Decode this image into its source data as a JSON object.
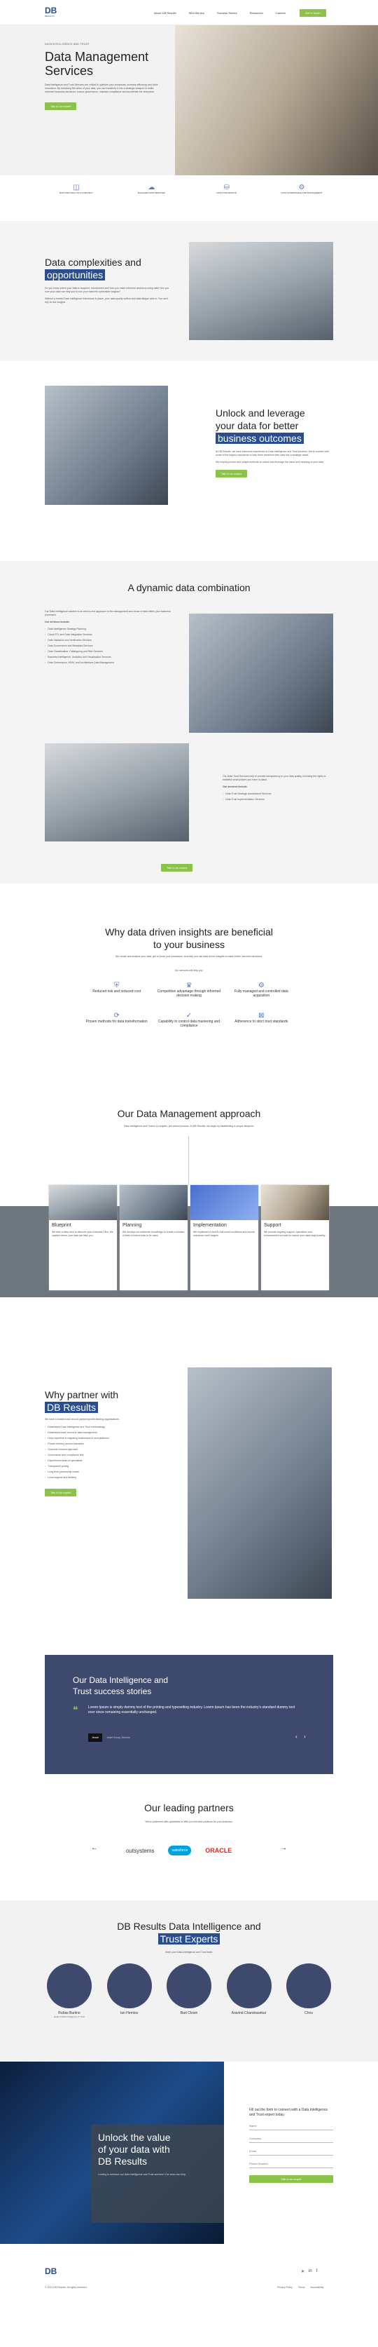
{
  "nav": {
    "logo": "DB",
    "logo_sub": "RESULTS",
    "items": [
      "About DB Results",
      "Who We Are",
      "Success Stories",
      "Resources",
      "Careers"
    ],
    "cta": "Get in touch"
  },
  "hero": {
    "eyebrow": "DATA INTELLIGENCE AND TRUST",
    "title": "Data Management Services",
    "text": "Data Intelligence and Trust Services are critical to optimize your processes, increase efficiency and drive innovation. By unlocking the value of your data, you can transform it into a strategic weapon to make informed business decisions, ensure governance, maintain compliance and accelerate the enterprise.",
    "button": "Talk to an expert"
  },
  "features": [
    "DATA AND ANALYTICS STRATEGY",
    "MANAGED DATA SERVICES",
    "DATA INTEGRATION",
    "DATA GOVERNANCE AND MANAGEMENT"
  ],
  "complexities": {
    "title1": "Data complexities and",
    "title2": "opportunities",
    "p1": "Do you know where your data is acquired, transformed and how you make informed decisions using data? Are you sure your data can help you to turn your data into actionable insights?",
    "p2": "Without a trusted Data Intelligence framework in place, your data quality suffers and data fatigue sets in. You can't rely on the insights."
  },
  "unlock": {
    "title1": "Unlock and leverage",
    "title2": "your data for better",
    "title3": "business outcomes",
    "p1": "At DB Results, we have extensive experience in Data Intelligence and Trust services. We've worked with some of the largest companies to help them transform their data into a strategic asset.",
    "p2": "We employ proven and unique methods to unlock and leverage the value and meaning of your data.",
    "button": "Talk to an expert"
  },
  "combination": {
    "title": "A dynamic data combination",
    "p1": "Our Data Intelligence solution is an end-to-end approach to the management and reuse of data within your business processes.",
    "list_title": "Our services include:",
    "items": [
      "Data Intelligence Strategy Planning",
      "Cloud ETL and Data Integration Services",
      "Data Validation and Verification Services",
      "Data Governance and Metadata Services",
      "Data Classification, Cataloguing and Risk Services",
      "Business Intelligence, Analytics and Visualisation Services",
      "Data Governance, MDM, and Architecture Data Management"
    ],
    "p2": "Our Data Trust Services help to provide transparency in your data quality, including the rights to establish what policies you have in place.",
    "list2_title": "Our services include:",
    "items2": [
      "Data Trust Strategic Assessment Services",
      "Data Trust Implementation Services"
    ],
    "button": "Talk to an expert"
  },
  "why": {
    "title1": "Why data driven insights are beneficial",
    "title2": "to your business",
    "p1": "We create and analyse your data, get to know your processes, and help you use data-driven insights to make better informed decisions.",
    "sub": "Our services will help you:",
    "benefits": [
      "Reduced risk and reduced cost",
      "Competitive advantage through informed decision making",
      "Fully managed and controlled data acquisition",
      "Proven methods for data transformation",
      "Capability to control data mastering and compliance",
      "Adherence to strict trust standards"
    ]
  },
  "approach": {
    "title": "Our Data Management approach",
    "p1": "Data Intelligence and Trust is a complex, yet critical process. At DB Results, we begin by establishing a unique blueprint.",
    "steps": [
      {
        "name": "Blueprint",
        "text": "We take a deep dive to discover your business DNA. We capture where your data can take you."
      },
      {
        "name": "Planning",
        "text": "We develop our extensive knowledge to create a solution of best-of-breed tools to be used."
      },
      {
        "name": "Implementation",
        "text": "We implement to test in real world conditions and ensure outcomes meet targets."
      },
      {
        "name": "Support",
        "text": "We provide ongoing support, operations and enhancement services to ensure your data stays healthy."
      }
    ]
  },
  "partner": {
    "title1": "Why partner with",
    "title2": "DB Results",
    "p1": "We have a trusted track record partnering with leading organisations.",
    "items": [
      "Established Data Intelligence and Trust methodology",
      "Established track record in data management",
      "Deep expertise in migrating businesses to new platforms",
      "Proven delivery across industries",
      "Outcome focused approach",
      "Governance and compliance first",
      "Experienced team of specialists",
      "Transparent pricing",
      "Long term partnership model",
      "Local support and delivery"
    ],
    "button": "Talk to an expert"
  },
  "stories": {
    "title1": "Our Data Intelligence and",
    "title2": "Trust success stories",
    "quote": "Lorem Ipsum is simply dummy text of the printing and typesetting industry. Lorem Ipsum has been the industry's standard dummy text ever since remaining essentially unchanged.",
    "company": "Jewel",
    "role": "Jewel Group, Director"
  },
  "partners": {
    "title": "Our leading partners",
    "p1": "We've partnered with specialists to offer you the best solutions for your business.",
    "logos": [
      "outsystems",
      "salesforce",
      "ORACLE"
    ]
  },
  "experts": {
    "title1": "DB Results Data Intelligence and",
    "title2": "Trust Experts",
    "sub": "Meet your Data Intelligence and Trust team",
    "people": [
      {
        "name": "Rubas Burlino",
        "role": "Head of Data Intelligence & Trust"
      },
      {
        "name": "Ian Hemlos",
        "role": ""
      },
      {
        "name": "Bart Clown",
        "role": ""
      },
      {
        "name": "Aravind Chandrasekar",
        "role": ""
      },
      {
        "name": "Chris",
        "role": ""
      }
    ]
  },
  "cta": {
    "title1": "Unlock the value",
    "title2": "of your data with",
    "title3": "DB Results",
    "p1": "Looking to embrace our Data Intelligence and Trust services? Our team can help.",
    "form_title": "Fill out the form to connect with a Data Intelligence and Trust expert today.",
    "fields": [
      "Name",
      "Company",
      "Email",
      "Phone Number"
    ],
    "button": "Talk to an expert"
  },
  "footer": {
    "copy": "© 2021 DB Results. All rights reserved.",
    "links": [
      "Privacy Policy",
      "Terms",
      "Accessibility"
    ]
  },
  "colors": {
    "accent": "#8bc34a",
    "brand": "#2a4d8f",
    "navy": "#3e4a6d"
  }
}
